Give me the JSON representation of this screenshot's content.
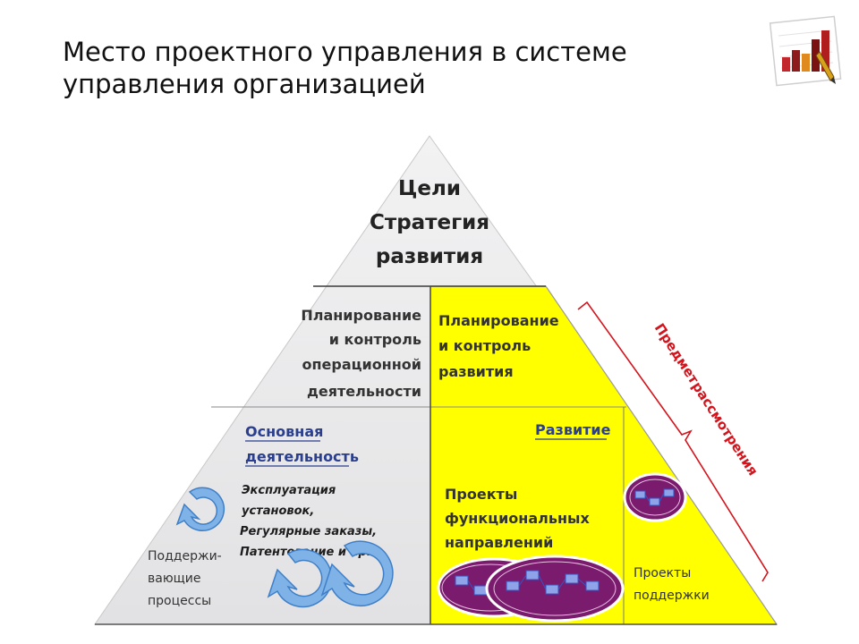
{
  "title": {
    "line1": "Место проектного управления в системе",
    "line2": "управления организацией"
  },
  "icons": {
    "corner": "bar-chart-pen-icon",
    "cycle": "cycle-arrow-icon"
  },
  "colors": {
    "yellow": "#ffff00",
    "pyramid_gray": "#e9e9ea",
    "project_purple": "#7a1b6e",
    "node_blue": "#8fa3e8",
    "link_blue": "#3456c4",
    "arrow_blue": "#7fb3e8",
    "bracket_red": "#d4141c",
    "heading_blue": "#2a3f8f"
  },
  "pyramid": {
    "top": {
      "lines": [
        "Цели",
        "Стратегия",
        "развития"
      ]
    },
    "middle_left": {
      "lines": [
        "Планирование",
        "и контроль",
        "операционной",
        "деятельности"
      ]
    },
    "middle_right": {
      "lines": [
        "Планирование",
        "и контроль",
        "развития"
      ]
    },
    "bottom_left": {
      "heading": [
        "Основная",
        "деятельность"
      ],
      "notes": [
        "Эксплуатация",
        "установок,",
        "Регулярные заказы,",
        "Патентование и пр."
      ],
      "support": [
        "Поддержи-",
        "вающие",
        "процессы"
      ]
    },
    "bottom_right": {
      "heading": "Развитие",
      "projects": [
        "Проекты",
        "функциональных",
        "направлений"
      ],
      "support_projects": [
        "Проекты",
        "поддержки"
      ]
    }
  },
  "bracket": {
    "label_line1": "Предмет",
    "label_line2": "рассмотрения"
  }
}
